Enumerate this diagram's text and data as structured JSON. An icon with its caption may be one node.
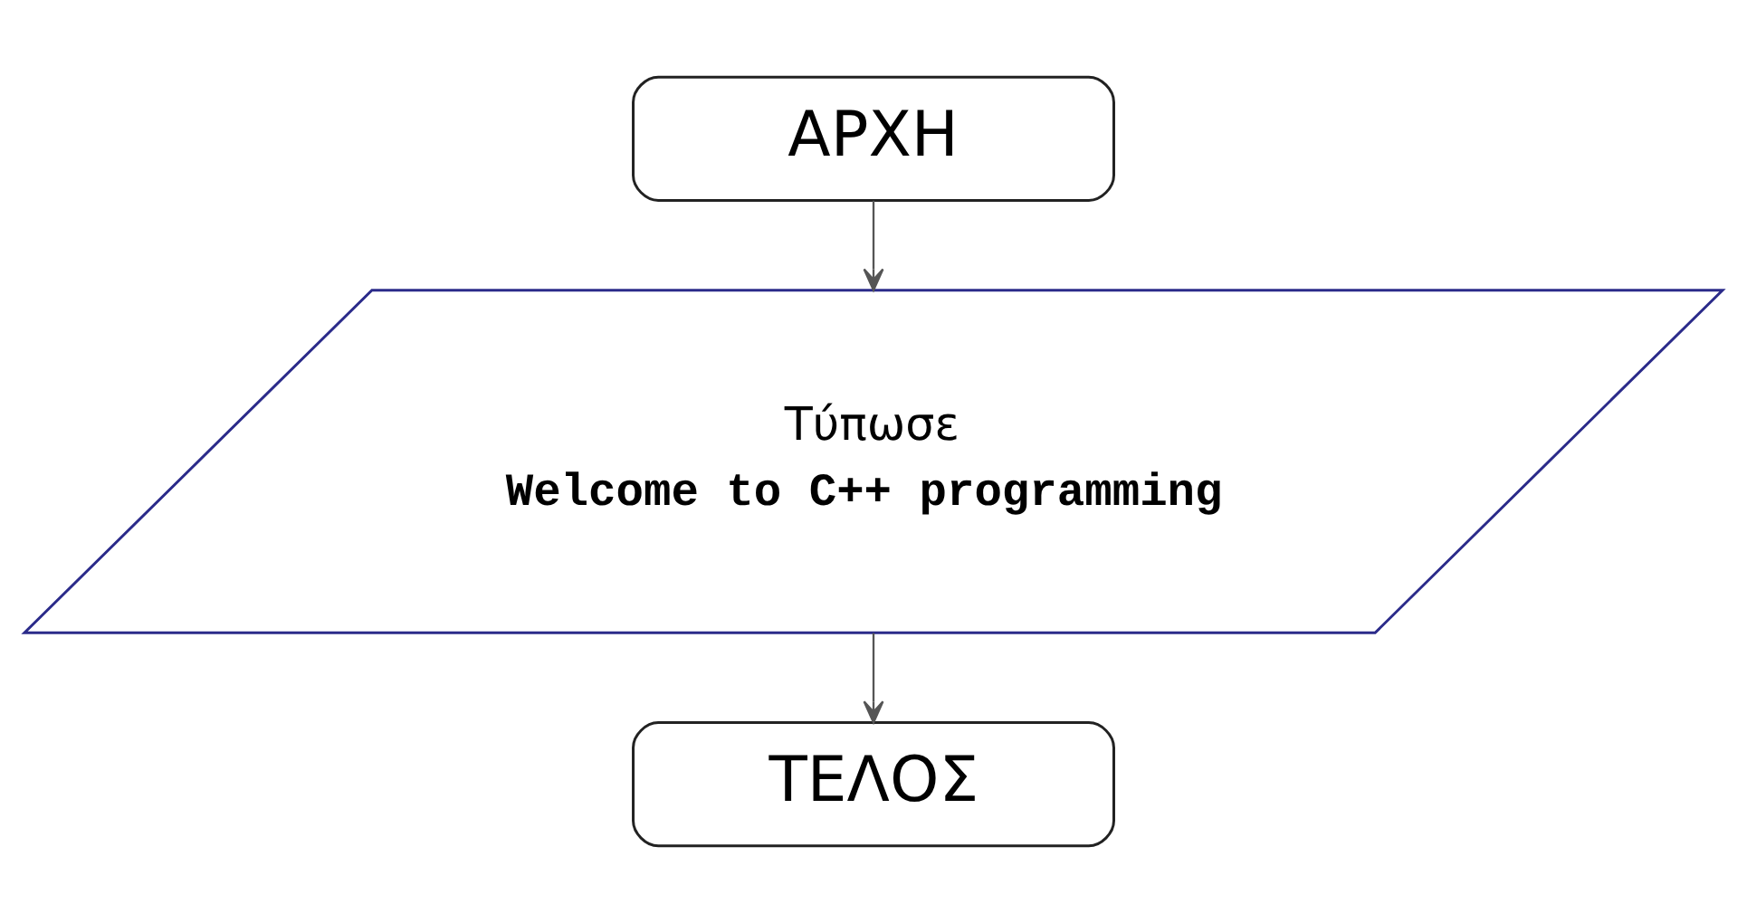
{
  "diagram": {
    "nodes": [
      {
        "text": [
          "ΑΡΧΗ"
        ]
      },
      {
        "text": [
          "Τύπωσε",
          "Welcome to C++ programming"
        ]
      },
      {
        "text": [
          "ΤΕΛΟΣ"
        ]
      }
    ],
    "edges": [
      {
        "from": 0,
        "to": 1,
        "arrow": "to"
      },
      {
        "from": 1,
        "to": 2,
        "arrow": "to"
      }
    ]
  }
}
